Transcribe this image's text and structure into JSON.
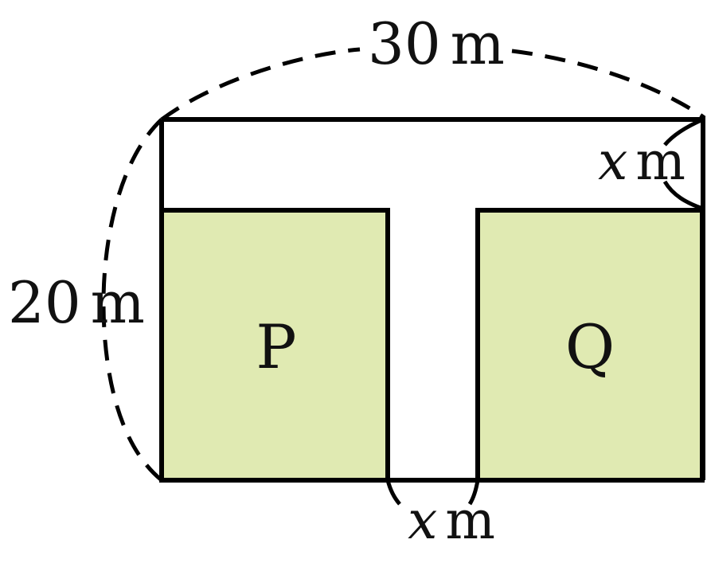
{
  "labels": {
    "top_width_value": "30",
    "left_height_value": "20",
    "path_width_var": "x",
    "unit": "m",
    "plot_left": "P",
    "plot_right": "Q"
  },
  "colors": {
    "plot_fill": "#e0eab2",
    "stroke": "#000000",
    "background": "#ffffff"
  }
}
